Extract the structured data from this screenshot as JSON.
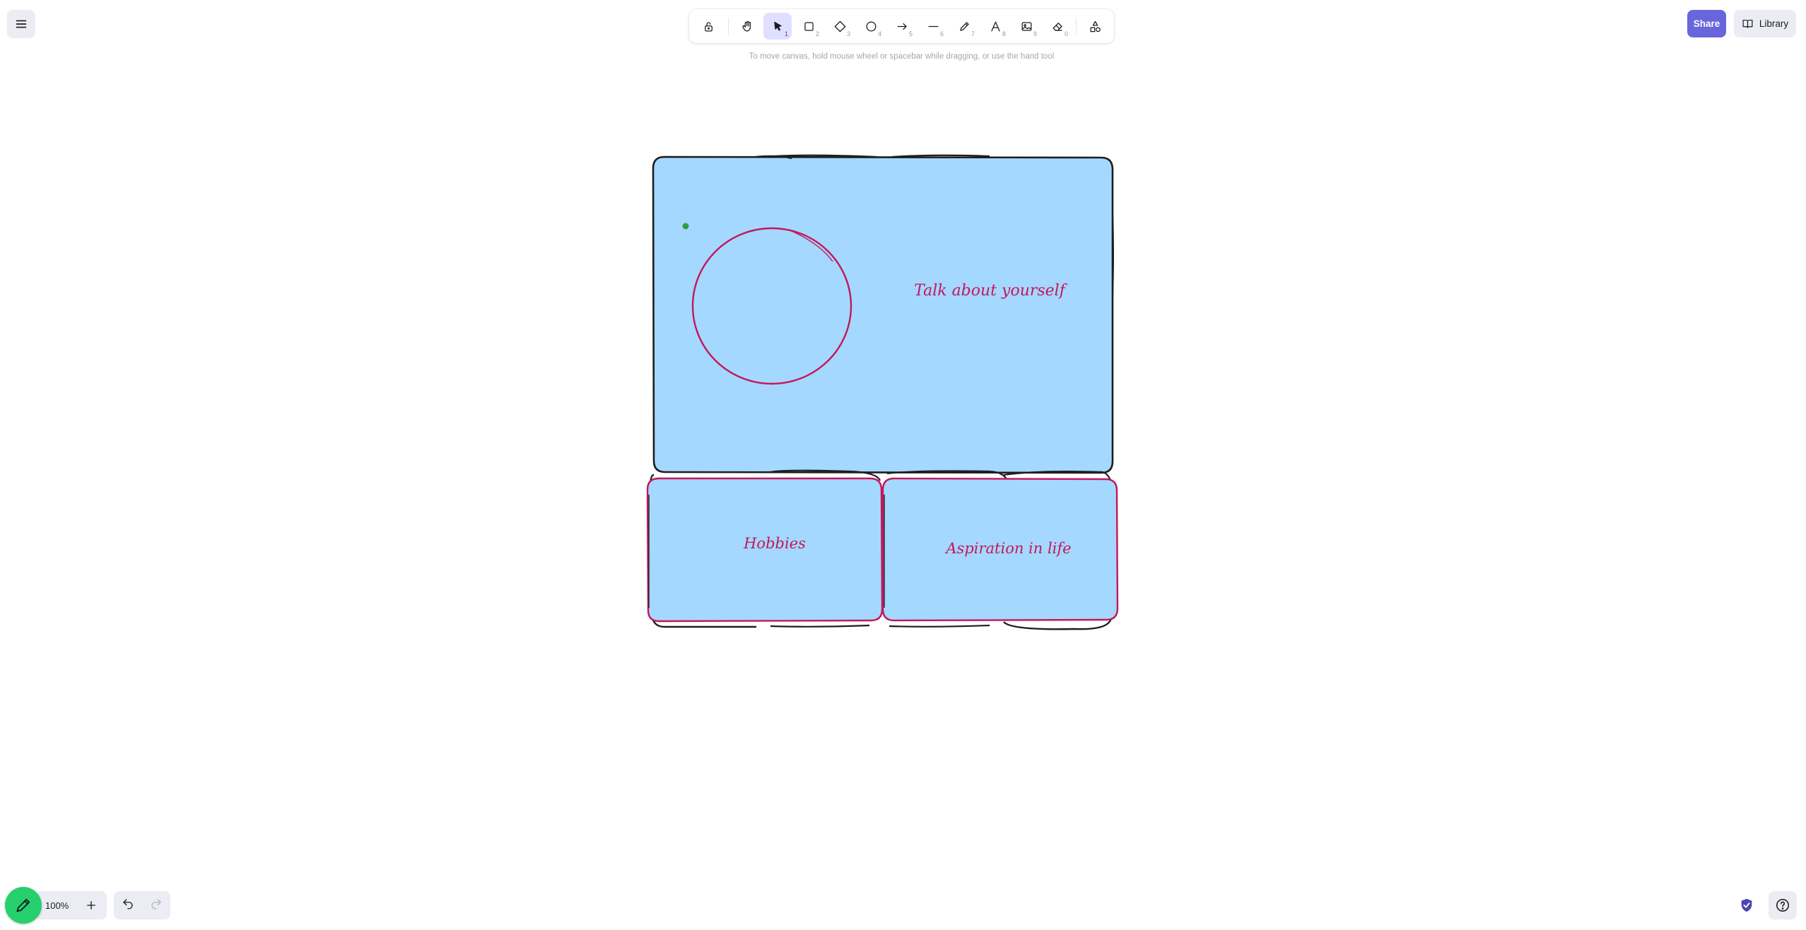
{
  "toolbar": {
    "tools": [
      {
        "name": "lock",
        "key": ""
      },
      {
        "name": "hand",
        "key": ""
      },
      {
        "name": "selection",
        "key": "1"
      },
      {
        "name": "rectangle",
        "key": "2"
      },
      {
        "name": "diamond",
        "key": "3"
      },
      {
        "name": "ellipse",
        "key": "4"
      },
      {
        "name": "arrow",
        "key": "5"
      },
      {
        "name": "line",
        "key": "6"
      },
      {
        "name": "draw",
        "key": "7"
      },
      {
        "name": "text",
        "key": "8"
      },
      {
        "name": "image",
        "key": "9"
      },
      {
        "name": "eraser",
        "key": "0"
      },
      {
        "name": "more-tools",
        "key": ""
      }
    ],
    "active_tool": "selection"
  },
  "hint": "To move canvas, hold mouse wheel or spacebar while dragging, or use the hand tool",
  "header": {
    "share_label": "Share",
    "library_label": "Library"
  },
  "footer": {
    "zoom": "100%"
  },
  "canvas": {
    "fill_color": "#a5d8ff",
    "stroke_color": "#1e1e1e",
    "accent_color": "#c2185b",
    "texts": {
      "about": "Talk about yourself",
      "hobbies": "Hobbies",
      "aspiration": "Aspiration in life"
    }
  }
}
